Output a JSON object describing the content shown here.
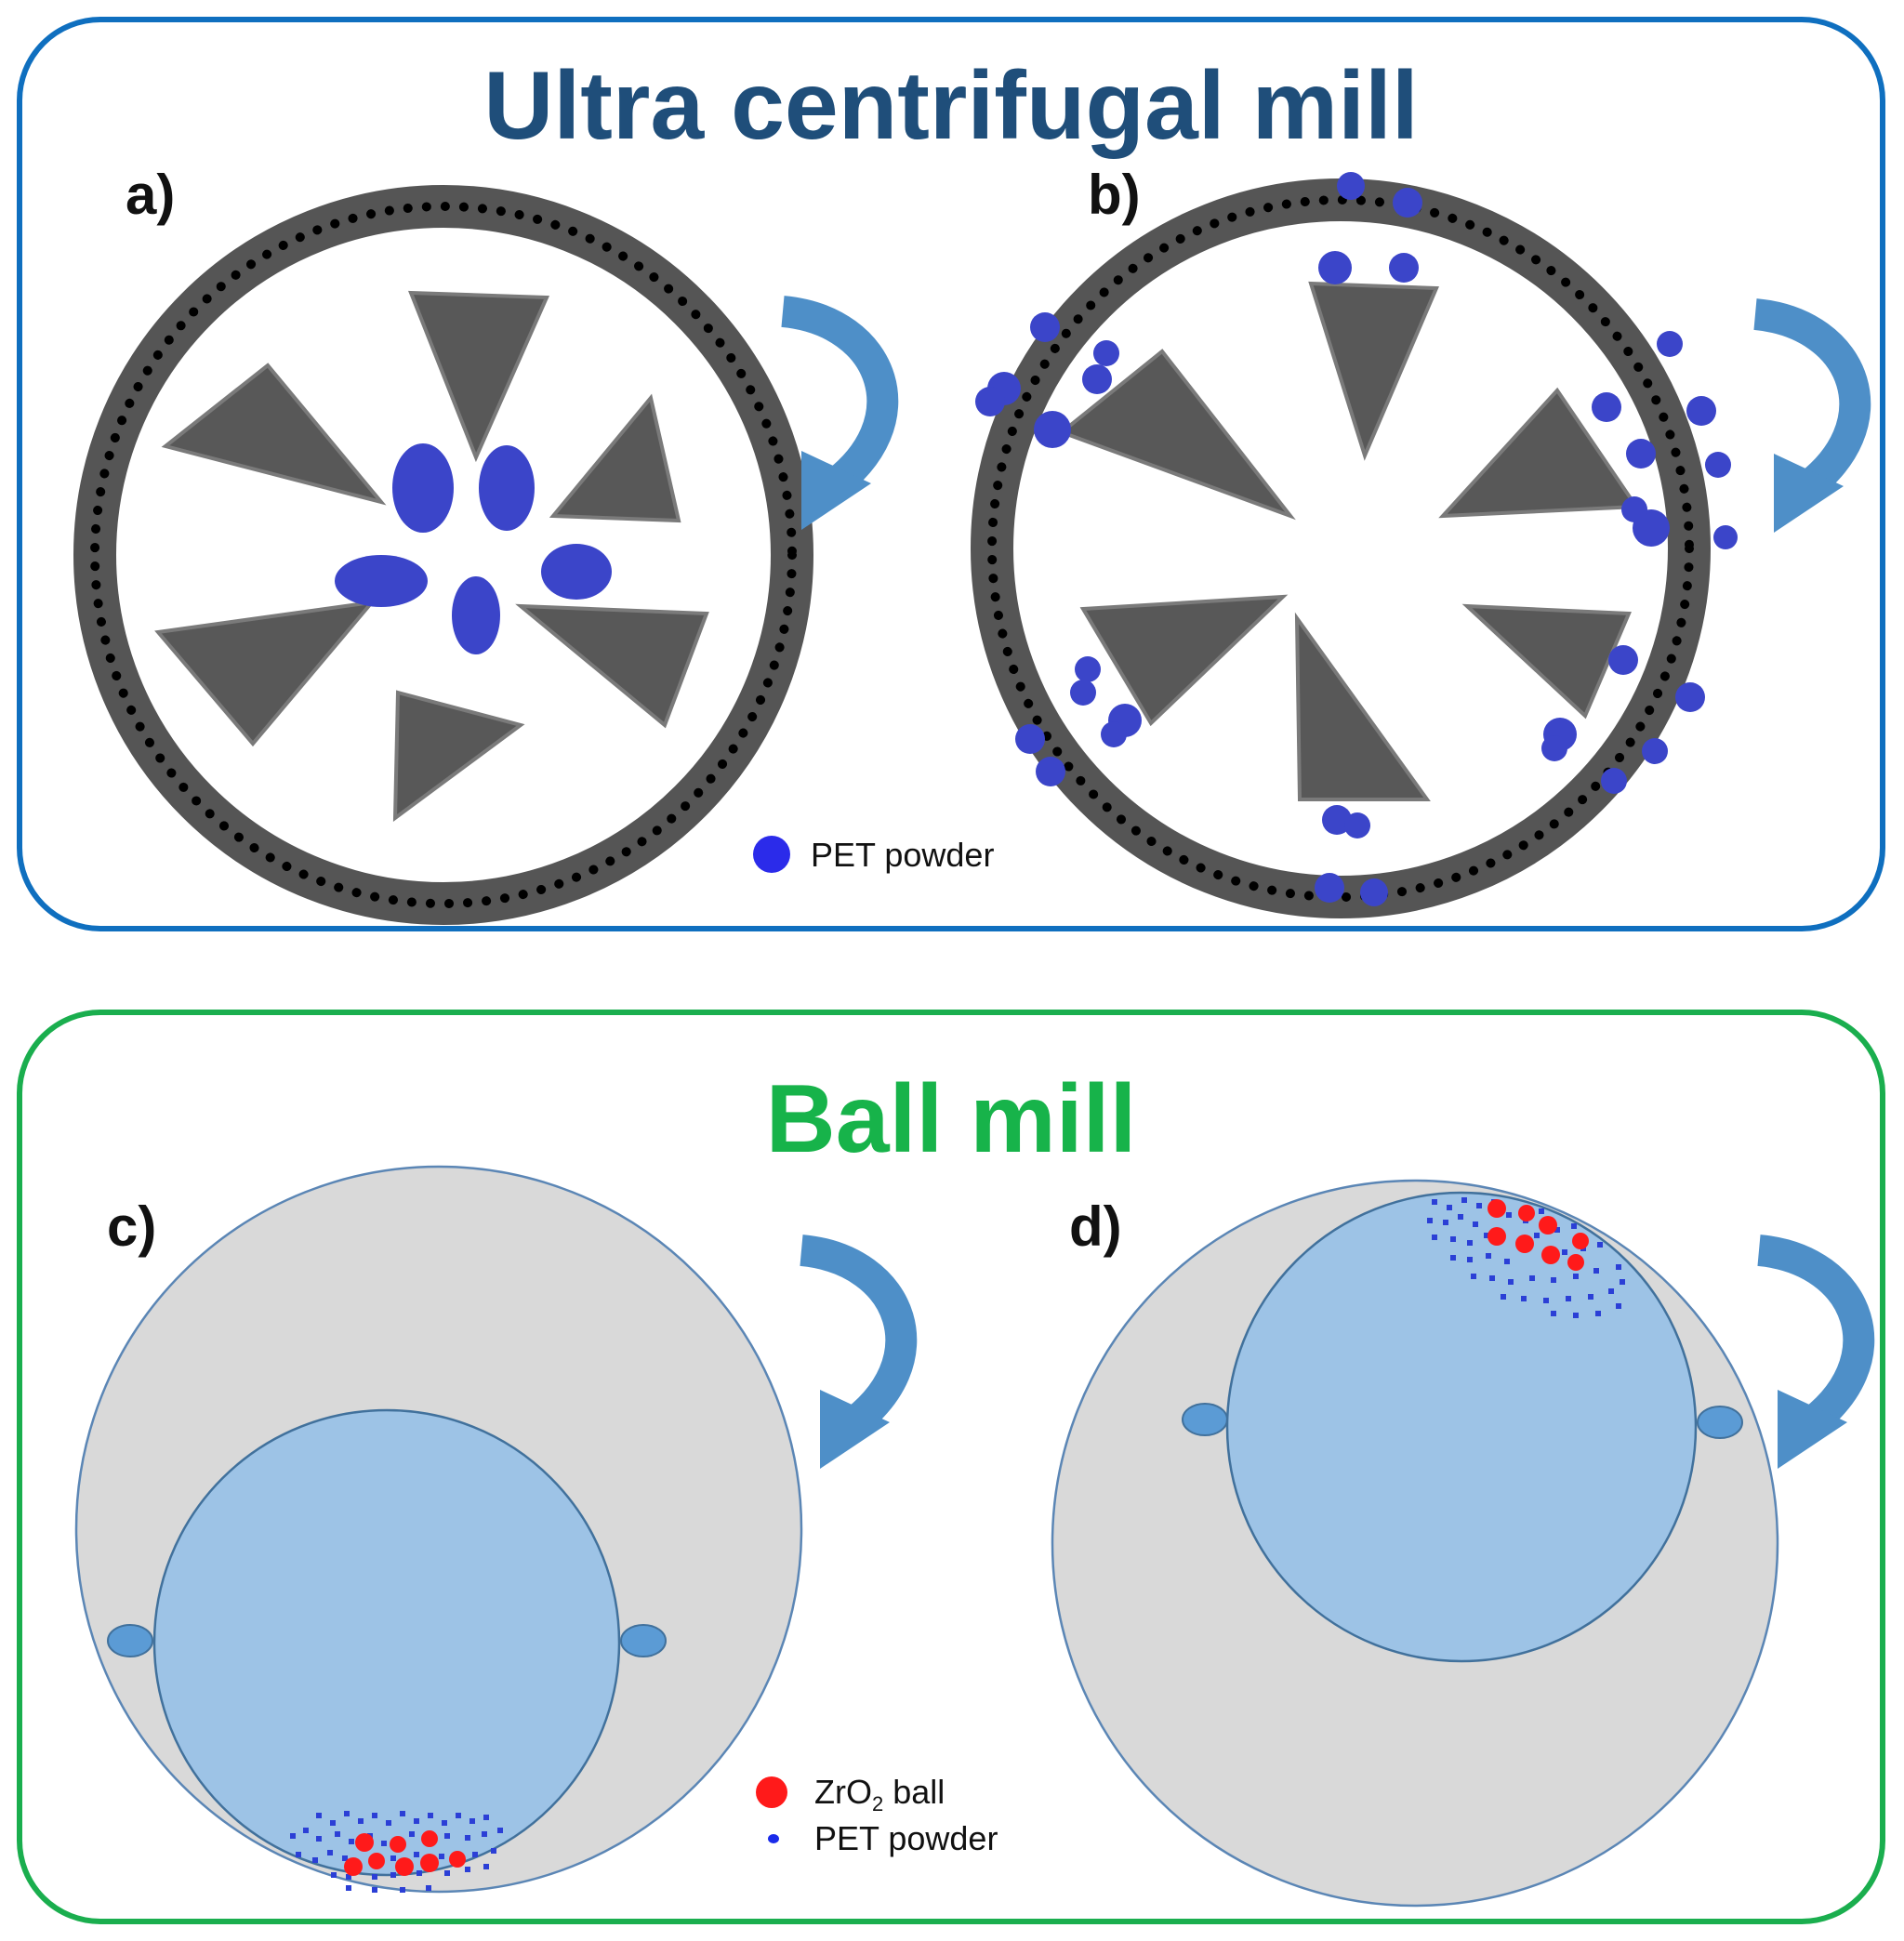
{
  "top_panel": {
    "title": "Ultra centrifugal mill",
    "label_a": "a)",
    "label_b": "b)",
    "legend": "PET powder",
    "colors": {
      "border": "#0f6fbf",
      "title": "#1f4e7a",
      "blade": "#585858",
      "powder": "#3b45c9",
      "arrow": "#4e8fc8"
    }
  },
  "bottom_panel": {
    "title": "Ball mill",
    "label_c": "c)",
    "label_d": "d)",
    "legend_ball_prefix": "ZrO",
    "legend_ball_sub": "2",
    "legend_ball_suffix": " ball",
    "legend_powder": "PET powder",
    "colors": {
      "border": "#1aae4e",
      "title": "#17b34a",
      "outer": "#d9d9d9",
      "jar": "#9dc3e6",
      "ball": "#ff1a1a",
      "powder": "#2b3fd6"
    }
  },
  "icons": [
    "rotation-arrow-icon"
  ]
}
